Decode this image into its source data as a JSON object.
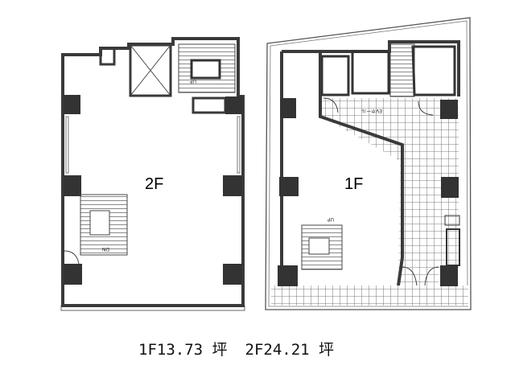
{
  "plans": [
    {
      "floor_label": "2F",
      "stair_label": "DN",
      "stair_label_2": "UP"
    },
    {
      "floor_label": "1F",
      "stair_label": "UP",
      "hall_label": "EVホール"
    }
  ],
  "areas": [
    "1F13.73 坪",
    "2F24.21 坪"
  ],
  "colors": {
    "wall": "#3a3a3a",
    "line": "#555555",
    "background": "#ffffff"
  }
}
